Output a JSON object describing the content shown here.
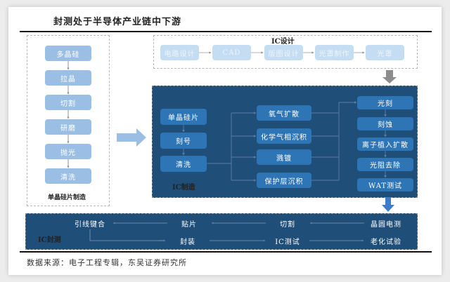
{
  "title": "封测处于半导体产业链中下游",
  "wafer_section": {
    "label": "单晶硅片制造",
    "steps": [
      "多晶硅",
      "拉晶",
      "切割",
      "研磨",
      "抛光",
      "清洗"
    ]
  },
  "design_section": {
    "label": "IC设计",
    "steps": [
      "电路设计",
      "CAD",
      "版图设计",
      "光罩制作",
      "光罩"
    ]
  },
  "fab_section": {
    "label": "IC制造",
    "left_steps": [
      "单晶硅片",
      "刻号",
      "清洗"
    ],
    "middle_steps": [
      "氧气扩散",
      "化学气相沉积",
      "溅镀",
      "保护层沉积"
    ],
    "right_steps": [
      "光刻",
      "刻蚀",
      "离子植入扩散",
      "光阻去除",
      "WAT测试"
    ]
  },
  "package_section": {
    "label": "IC封测",
    "top_row": [
      "引线键合",
      "贴片",
      "切割",
      "晶圆电测"
    ],
    "bottom_row": [
      "封装",
      "IC测试",
      "老化试验"
    ]
  },
  "source": "数据来源：电子工程专辑，东吴证券研究所",
  "colors": {
    "pale_blue": "#9bbfe4",
    "paler_blue": "#c4ddf3",
    "mid_blue": "#2e75b6",
    "dark_blue": "#1f4e79"
  }
}
